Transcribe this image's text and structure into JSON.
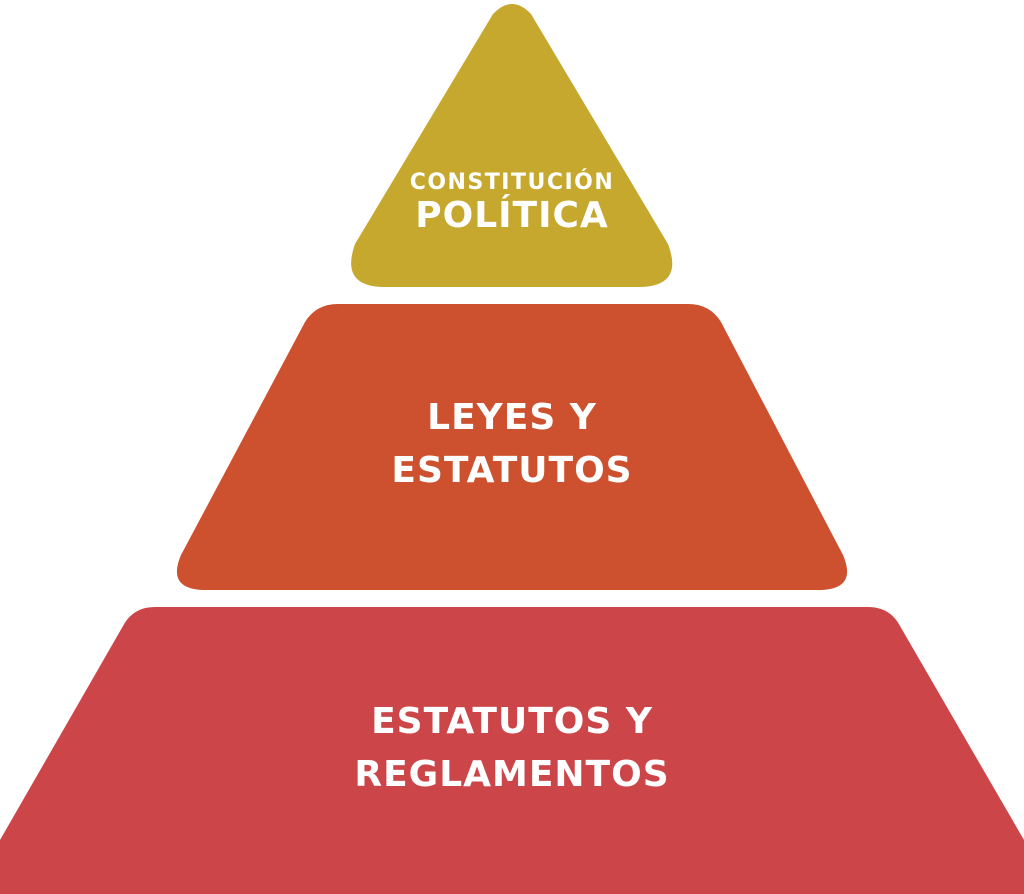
{
  "colors": {
    "top": "#c6a82f",
    "middle": "#cd512e",
    "bottom": "#cc4649"
  },
  "tiers": {
    "top": {
      "line1": "CONSTITUCIÓN",
      "line2": "POLÍTICA"
    },
    "middle": {
      "line1": "LEYES Y",
      "line2": "ESTATUTOS"
    },
    "bottom": {
      "line1": "ESTATUTOS Y",
      "line2": "REGLAMENTOS"
    }
  }
}
